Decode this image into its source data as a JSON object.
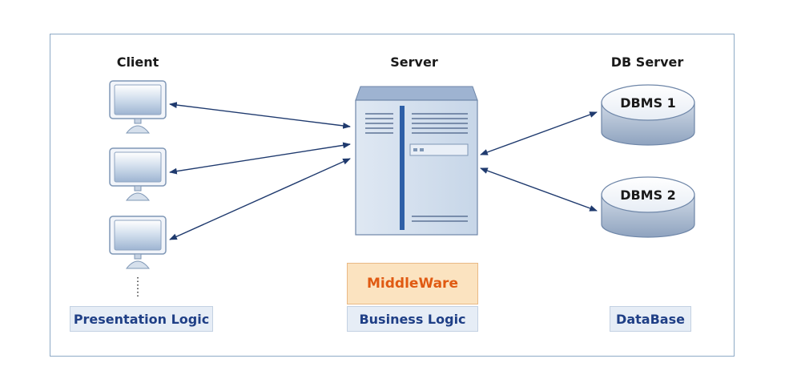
{
  "headers": {
    "client": "Client",
    "server": "Server",
    "db_server": "DB Server"
  },
  "databases": [
    {
      "label": "DBMS 1"
    },
    {
      "label": "DBMS 2"
    }
  ],
  "tags": {
    "presentation": "Presentation Logic",
    "middleware": "MiddleWare",
    "business": "Business Logic",
    "database": "DataBase"
  },
  "colors": {
    "frame_border": "#8eaac6",
    "tag_fill": "#e6edf6",
    "tag_text": "#1f3f86",
    "middleware_fill": "#fbe3c0",
    "middleware_text": "#e05a12",
    "arrow": "#1f3a6e"
  },
  "icons": [
    "monitor-icon",
    "server-icon",
    "database-cylinder-icon",
    "ellipsis-icon"
  ]
}
